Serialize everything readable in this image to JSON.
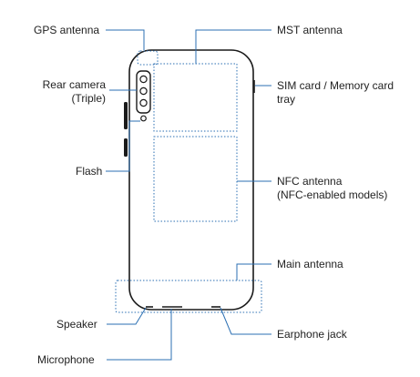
{
  "colors": {
    "phone_outline": "#1a1a1a",
    "dotted_region": "#2b6fb3",
    "leader_line": "#2b6fb3",
    "text": "#222222"
  },
  "labels": {
    "gps_antenna": "GPS antenna",
    "rear_camera_line1": "Rear camera",
    "rear_camera_line2": "(Triple)",
    "flash": "Flash",
    "speaker": "Speaker",
    "microphone": "Microphone",
    "mst_antenna": "MST antenna",
    "sim_tray_line1": "SIM card / Memory card",
    "sim_tray_line2": "tray",
    "nfc_antenna_line1": "NFC antenna",
    "nfc_antenna_line2": "(NFC-enabled models)",
    "main_antenna": "Main antenna",
    "earphone_jack": "Earphone jack"
  }
}
